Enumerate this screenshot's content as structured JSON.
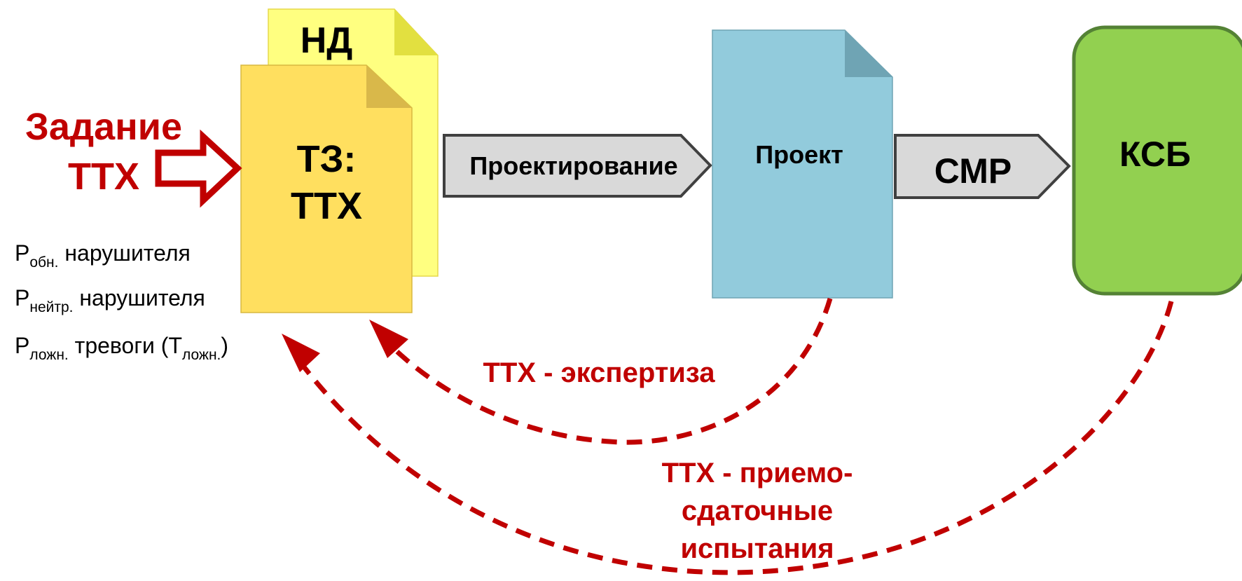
{
  "colors": {
    "red": "#c00000",
    "nd_fill": "#ffff80",
    "nd_fold": "#e2e040",
    "tz_fill": "#ffdf5f",
    "tz_fold": "#d9b84a",
    "project_fill": "#92cbdc",
    "project_fold": "#6fa4b4",
    "ksb_fill": "#92d050",
    "ksb_border": "#548235",
    "arrow_fill": "#d9d9d9",
    "arrow_stroke": "#404040"
  },
  "left_label": {
    "line1": "Задание",
    "line2": "ТТХ"
  },
  "nd_doc": {
    "label": "НД"
  },
  "tz_doc": {
    "line1": "ТЗ:",
    "line2": "ТТХ"
  },
  "params": [
    {
      "main": "Р",
      "sub": "обн.",
      "text": " нарушителя",
      "extra": "",
      "extra_sub": "",
      "extra_close": ""
    },
    {
      "main": "Р",
      "sub": "нейтр.",
      "text": " нарушителя",
      "extra": "",
      "extra_sub": "",
      "extra_close": ""
    },
    {
      "main": "Р",
      "sub": "ложн.",
      "text": " тревоги  (",
      "extra": "Т",
      "extra_sub": "ложн.",
      "extra_close": ")"
    }
  ],
  "arrow_design": {
    "label": "Проектирование"
  },
  "project_doc": {
    "label": "Проект"
  },
  "arrow_cmr": {
    "label": "СМР"
  },
  "ksb_box": {
    "label": "КСБ"
  },
  "feedback_expertise": {
    "label": "ТТХ - экспертиза"
  },
  "feedback_tests": {
    "lines": [
      "ТТХ - приемо-",
      "сдаточные",
      "испытания"
    ]
  }
}
